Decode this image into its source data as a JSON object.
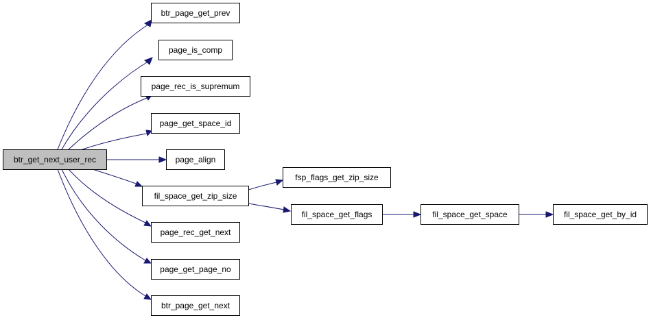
{
  "graph": {
    "edge_color": "#191970",
    "root_fill": "#bfbfbf",
    "node_fill": "#ffffff",
    "nodes": {
      "btr_get_next_user_rec": "btr_get_next_user_rec",
      "btr_page_get_prev": "btr_page_get_prev",
      "page_is_comp": "page_is_comp",
      "page_rec_is_supremum": "page_rec_is_supremum",
      "page_get_space_id": "page_get_space_id",
      "page_align": "page_align",
      "fil_space_get_zip_size": "fil_space_get_zip_size",
      "page_rec_get_next": "page_rec_get_next",
      "page_get_page_no": "page_get_page_no",
      "btr_page_get_next": "btr_page_get_next",
      "fsp_flags_get_zip_size": "fsp_flags_get_zip_size",
      "fil_space_get_flags": "fil_space_get_flags",
      "fil_space_get_space": "fil_space_get_space",
      "fil_space_get_by_id": "fil_space_get_by_id"
    },
    "edges": [
      {
        "from": "btr_get_next_user_rec",
        "to": "btr_page_get_prev"
      },
      {
        "from": "btr_get_next_user_rec",
        "to": "page_is_comp"
      },
      {
        "from": "btr_get_next_user_rec",
        "to": "page_rec_is_supremum"
      },
      {
        "from": "btr_get_next_user_rec",
        "to": "page_get_space_id"
      },
      {
        "from": "btr_get_next_user_rec",
        "to": "page_align"
      },
      {
        "from": "btr_get_next_user_rec",
        "to": "fil_space_get_zip_size"
      },
      {
        "from": "btr_get_next_user_rec",
        "to": "page_rec_get_next"
      },
      {
        "from": "btr_get_next_user_rec",
        "to": "page_get_page_no"
      },
      {
        "from": "btr_get_next_user_rec",
        "to": "btr_page_get_next"
      },
      {
        "from": "fil_space_get_zip_size",
        "to": "fsp_flags_get_zip_size"
      },
      {
        "from": "fil_space_get_zip_size",
        "to": "fil_space_get_flags"
      },
      {
        "from": "fil_space_get_flags",
        "to": "fil_space_get_space"
      },
      {
        "from": "fil_space_get_space",
        "to": "fil_space_get_by_id"
      }
    ]
  }
}
